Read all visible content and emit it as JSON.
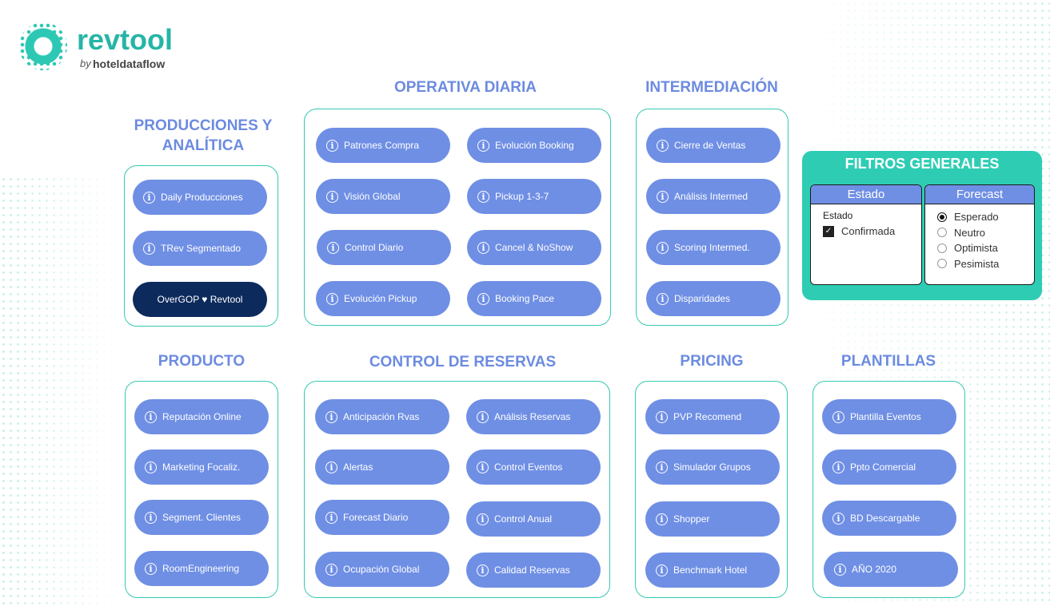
{
  "brand": {
    "name": "revtool",
    "by": "by",
    "sub": "hoteldataflow"
  },
  "sections": {
    "producciones": {
      "title": "PRODUCCIONES Y ANALÍTICA",
      "buttons": [
        "Daily Producciones",
        "TRev Segmentado",
        "OverGOP ♥ Revtool"
      ]
    },
    "operativa": {
      "title": "OPERATIVA DIARIA",
      "buttons": [
        "Patrones Compra",
        "Evolución Booking",
        "Visión Global",
        "Pickup 1-3-7",
        "Control Diario",
        "Cancel & NoShow",
        "Evolución Pickup",
        "Booking Pace"
      ]
    },
    "intermediacion": {
      "title": "INTERMEDIACIÓN",
      "buttons": [
        "Cierre de Ventas",
        "Análisis Intermed",
        "Scoring Intermed.",
        "Disparidades"
      ]
    },
    "producto": {
      "title": "PRODUCTO",
      "buttons": [
        "Reputación Online",
        "Marketing Focaliz.",
        "Segment. Clientes",
        "RoomEngineering"
      ]
    },
    "control": {
      "title": "CONTROL DE RESERVAS",
      "buttons": [
        "Anticipación Rvas",
        "Análisis Reservas",
        "Alertas",
        "Control Eventos",
        "Forecast Diario",
        "Control Anual",
        "Ocupación Global",
        "Calidad Reservas"
      ]
    },
    "pricing": {
      "title": "PRICING",
      "buttons": [
        "PVP Recomend",
        "Simulador Grupos",
        "Shopper",
        "Benchmark Hotel"
      ]
    },
    "plantillas": {
      "title": "PLANTILLAS",
      "buttons": [
        "Plantilla Eventos",
        "Ppto Comercial",
        "BD Descargable",
        "AÑO 2020"
      ]
    }
  },
  "filters": {
    "title": "FILTROS GENERALES",
    "estado": {
      "header": "Estado",
      "subheader": "Estado",
      "options": [
        {
          "label": "Confirmada",
          "checked": true
        }
      ]
    },
    "forecast": {
      "header": "Forecast",
      "options": [
        {
          "label": "Esperado",
          "selected": true
        },
        {
          "label": "Neutro",
          "selected": false
        },
        {
          "label": "Optimista",
          "selected": false
        },
        {
          "label": "Pesimista",
          "selected": false
        }
      ]
    }
  },
  "icons": {
    "info": "info-icon",
    "check": "checkmark-icon"
  },
  "colors": {
    "pill": "#6f8fe5",
    "pill_dark": "#0c2a5c",
    "title": "#6c8be0",
    "accent": "#2ecdb3"
  }
}
